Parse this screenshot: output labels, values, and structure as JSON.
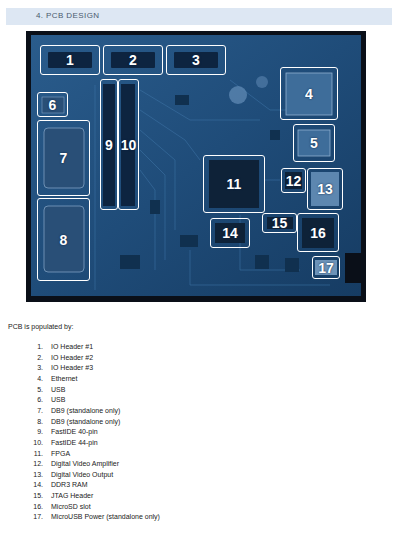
{
  "diagram": {
    "title": "4. PCB DESIGN",
    "nodes": [
      {
        "text": [
          "1"
        ]
      },
      {
        "text": [
          "2"
        ]
      },
      {
        "text": [
          "3"
        ]
      },
      {
        "text": [
          "4"
        ]
      },
      {
        "text": [
          "6"
        ]
      },
      {
        "text": [
          "5"
        ]
      },
      {
        "text": [
          "9"
        ]
      },
      {
        "text": [
          "10"
        ]
      },
      {
        "text": [
          "7"
        ]
      },
      {
        "text": [
          "11"
        ]
      },
      {
        "text": [
          "12"
        ]
      },
      {
        "text": [
          "13"
        ]
      },
      {
        "text": [
          "15"
        ]
      },
      {
        "text": [
          "14"
        ]
      },
      {
        "text": [
          "16"
        ]
      },
      {
        "text": [
          "8"
        ]
      },
      {
        "text": [
          "17"
        ]
      }
    ],
    "labels": [
      "PCB is populated by:",
      "1.",
      "IO Header #1",
      "2.",
      "IO Header #2",
      "3.",
      "IO Header #3",
      "4.",
      "Ethernet",
      "5.",
      "USB",
      "6.",
      "USB",
      "7.",
      "DB9 (standalone only)",
      "8.",
      "DB9 (standalone only)",
      "9.",
      "FastIDE 40-pin",
      "10.",
      "FastIDE 44-pin",
      "11.",
      "FPGA",
      "12.",
      "Digital Video Amplifier",
      "13.",
      "Digital Video Output",
      "14.",
      "DDR3 RAM",
      "15.",
      "JTAG Header",
      "16.",
      "MicroSD slot",
      "17.",
      "MicroUSB Power (standalone only)"
    ]
  }
}
